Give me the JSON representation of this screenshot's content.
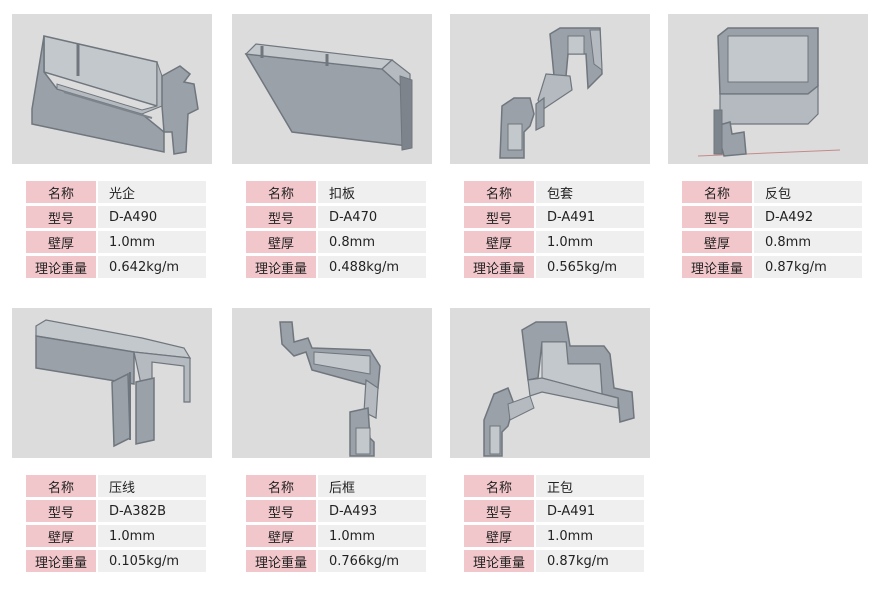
{
  "labels": {
    "name": "名称",
    "model": "型号",
    "thickness": "壁厚",
    "weight": "理论重量"
  },
  "products": [
    {
      "name": "光企",
      "model": "D-A490",
      "thickness": "1.0mm",
      "weight": "0.642kg/m"
    },
    {
      "name": "扣板",
      "model": "D-A470",
      "thickness": "0.8mm",
      "weight": "0.488kg/m"
    },
    {
      "name": "包套",
      "model": "D-A491",
      "thickness": "1.0mm",
      "weight": "0.565kg/m"
    },
    {
      "name": "反包",
      "model": "D-A492",
      "thickness": "0.8mm",
      "weight": "0.87kg/m"
    },
    {
      "name": "压线",
      "model": "D-A382B",
      "thickness": "1.0mm",
      "weight": "0.105kg/m"
    },
    {
      "name": "后框",
      "model": "D-A493",
      "thickness": "1.0mm",
      "weight": "0.766kg/m"
    },
    {
      "name": "正包",
      "model": "D-A491",
      "thickness": "1.0mm",
      "weight": "0.87kg/m"
    }
  ],
  "colors": {
    "label_bg": "#f2c7cb",
    "value_bg": "#efefef",
    "thumb_bg": "#dcdcdc",
    "profile_face": "#9aa1a8",
    "profile_dark": "#6f767d",
    "profile_light": "#c3c8cd"
  }
}
